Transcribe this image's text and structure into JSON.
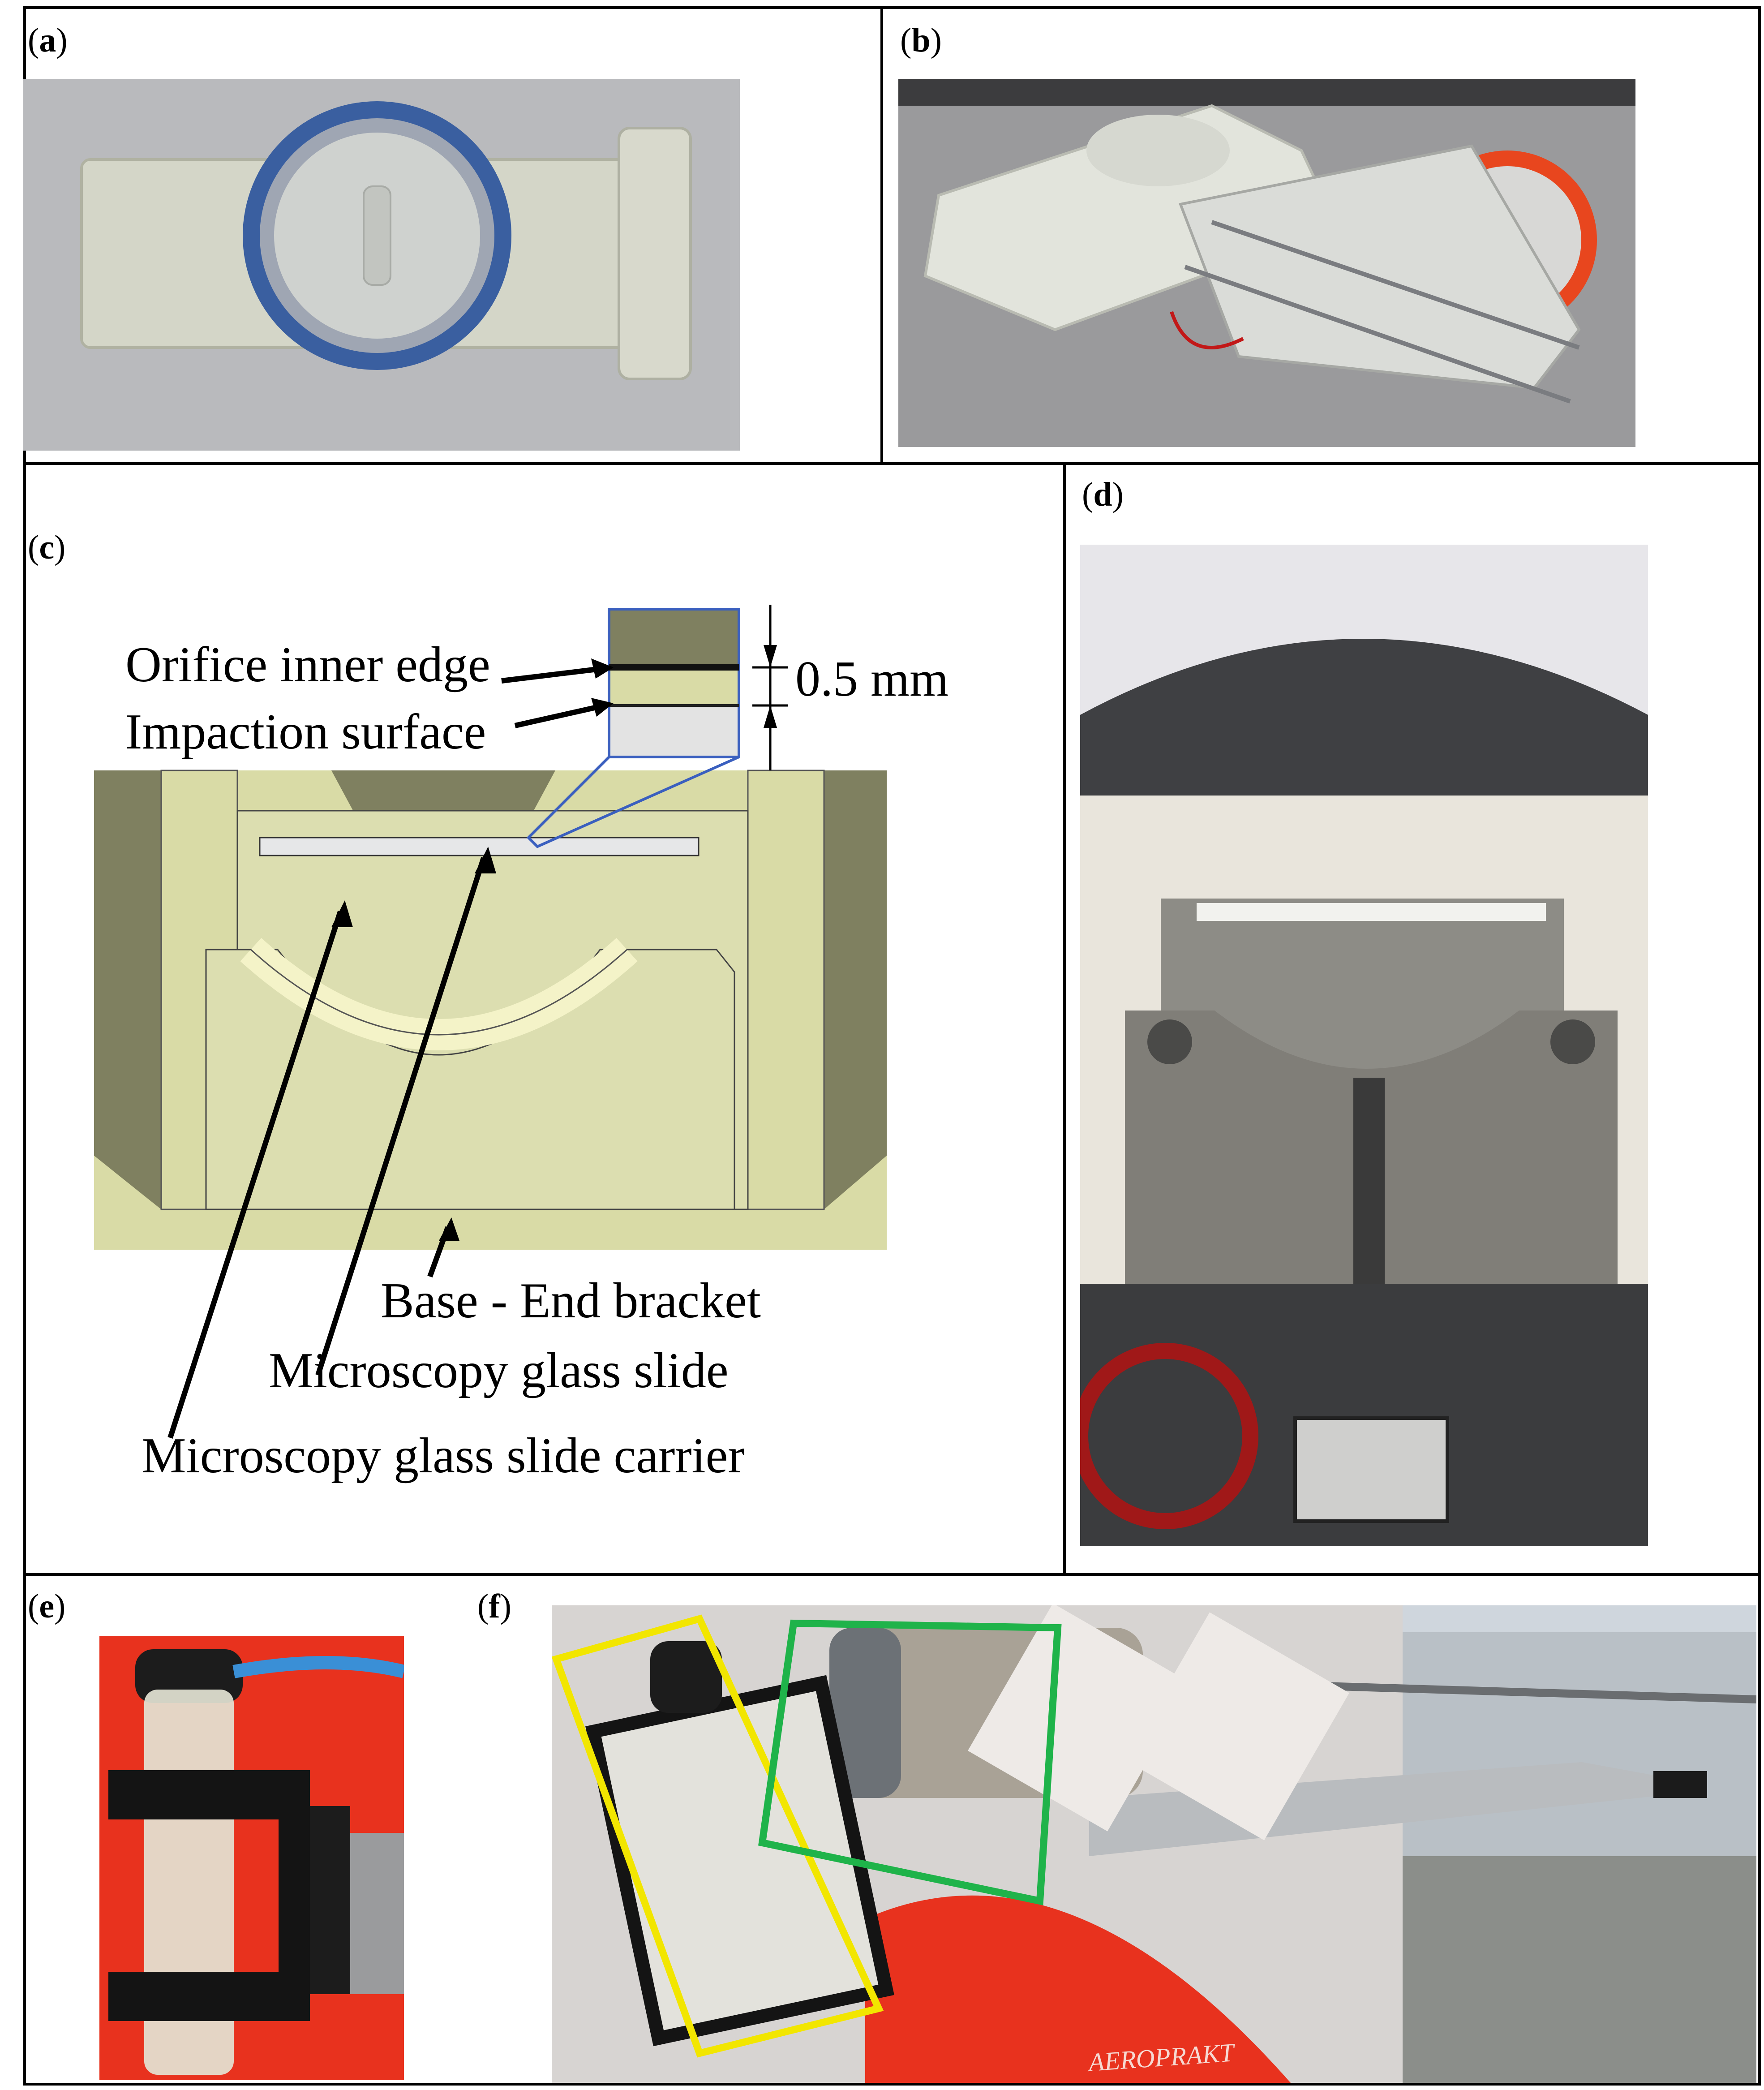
{
  "panels": {
    "a": {
      "label": "a"
    },
    "b": {
      "label": "b"
    },
    "c": {
      "label": "c"
    },
    "d": {
      "label": "d"
    },
    "e": {
      "label": "e"
    },
    "f": {
      "label": "f"
    }
  },
  "diagram_c": {
    "orifice_label": "Orifice inner edge",
    "impaction_label": "Impaction surface",
    "gap_label": "0.5 mm",
    "base_label": "Base - End bracket",
    "slide_label": "Microscopy glass slide",
    "carrier_label": "Microscopy glass slide carrier"
  },
  "photo_f": {
    "fuselage_text": "AEROPRAKT"
  },
  "colors": {
    "diagram_fill": "#d9dba6",
    "diagram_dark": "#7f8060",
    "callout_box": "#3a5fbf",
    "highlight_yellow": "#f2e600",
    "highlight_green": "#1fb34a",
    "aircraft_red": "#e8321e"
  }
}
